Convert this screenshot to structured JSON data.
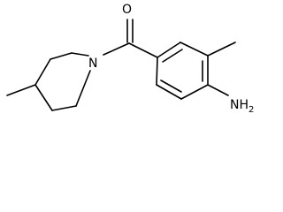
{
  "structure": {
    "atoms": {
      "oxygen": "O",
      "nitrogen": "N",
      "amine": "NH",
      "amine_subscript": "2"
    }
  }
}
